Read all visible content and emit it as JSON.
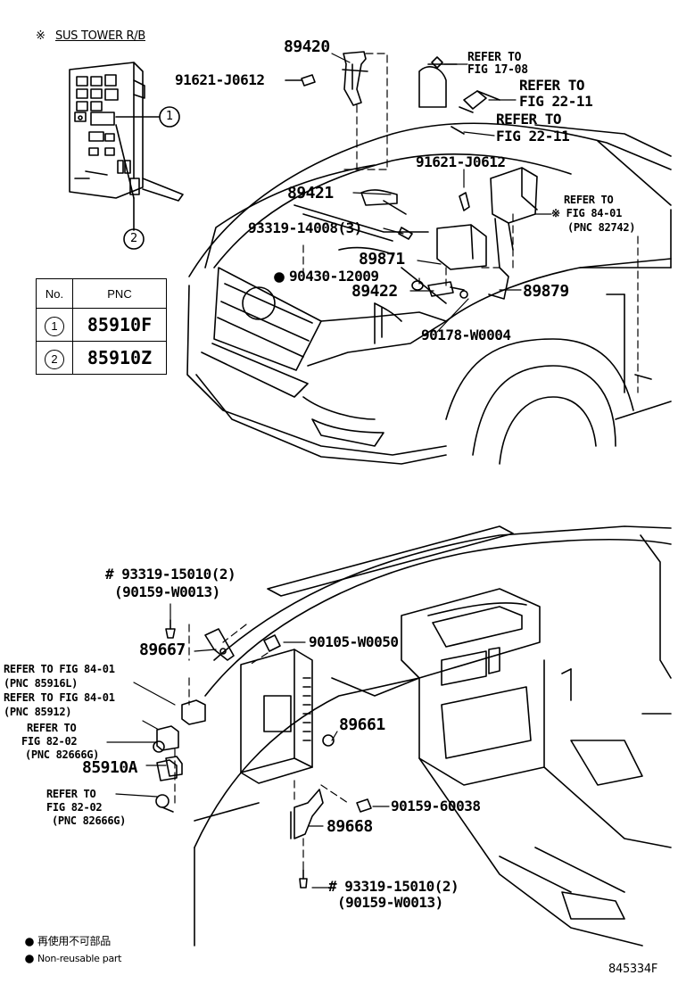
{
  "header": {
    "mark": "※",
    "title": "SUS TOWER R/B"
  },
  "callouts": {
    "c1": "1",
    "c2": "2"
  },
  "table": {
    "col_no": "No.",
    "col_pnc": "PNC",
    "rows": [
      {
        "no": "1",
        "pnc": "85910F"
      },
      {
        "no": "2",
        "pnc": "85910Z"
      }
    ]
  },
  "upper": {
    "p89420": "89420",
    "p91621a": "91621-J0612",
    "refer_17_08_a": "REFER TO",
    "refer_17_08_b": "FIG 17-08",
    "refer_22_11a_a": "REFER TO",
    "refer_22_11a_b": "FIG 22-11",
    "refer_22_11b_a": "REFER TO",
    "refer_22_11b_b": "FIG 22-11",
    "p91621b": "91621-J0612",
    "p89421": "89421",
    "refer_84_01_a": "REFER TO",
    "refer_84_01_b": "※ FIG 84-01",
    "refer_84_01_c": "(PNC 82742)",
    "p93319": "93319-14008(3)",
    "p89871": "89871",
    "p90430": "90430-12009",
    "p89422": "89422",
    "p89879": "89879",
    "p90178": "90178-W0004"
  },
  "lower": {
    "p93319a": "# 93319-15010(2)",
    "p90159a": "(90159-W0013)",
    "p89667": "89667",
    "p90105": "90105-W0050",
    "r1a": "REFER TO FIG 84-01",
    "r1b": "(PNC 85916L)",
    "r2a": "REFER TO FIG 84-01",
    "r2b": "(PNC 85912)",
    "r3a": "REFER TO",
    "r3b": "FIG 82-02",
    "r3c": "(PNC 82666G)",
    "p85910a": "85910A",
    "r4a": "REFER TO",
    "r4b": "FIG 82-02",
    "r4c": "(PNC 82666G)",
    "p89661": "89661",
    "p90159b": "90159-60038",
    "p89668": "89668",
    "p93319b": "# 93319-15010(2)",
    "p90159c": "(90159-W0013)"
  },
  "legend": {
    "cn": "再使用不可部品",
    "en": "Non-reusable part"
  },
  "figure_id": "845334F"
}
